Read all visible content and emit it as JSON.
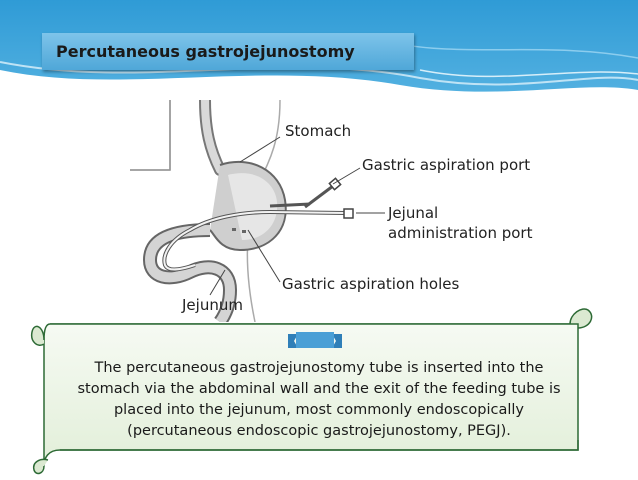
{
  "slide": {
    "title": "Percutaneous gastrojejunostomy",
    "labels": {
      "stomach": "Stomach",
      "gastric_port": "Gastric aspiration port",
      "jejunal_port_line1": "Jejunal",
      "jejunal_port_line2": "administration port",
      "holes": "Gastric aspiration holes",
      "jejunum": "Jejunum"
    },
    "caption": "The percutaneous gastrojejunostomy tube is inserted into the stomach via the abdominal wall and the exit of the feeding tube is placed into the jejunum, most commonly endoscopically (percutaneous endoscopic gastrojejunostomy, PEGJ)."
  },
  "colors": {
    "background_band": "#3aa6dc",
    "title_box": "#5fb3e0",
    "ribbon": "#4a9fd6",
    "scroll_border": "#2d6a35",
    "scroll_fill": "#e4f0dd"
  }
}
